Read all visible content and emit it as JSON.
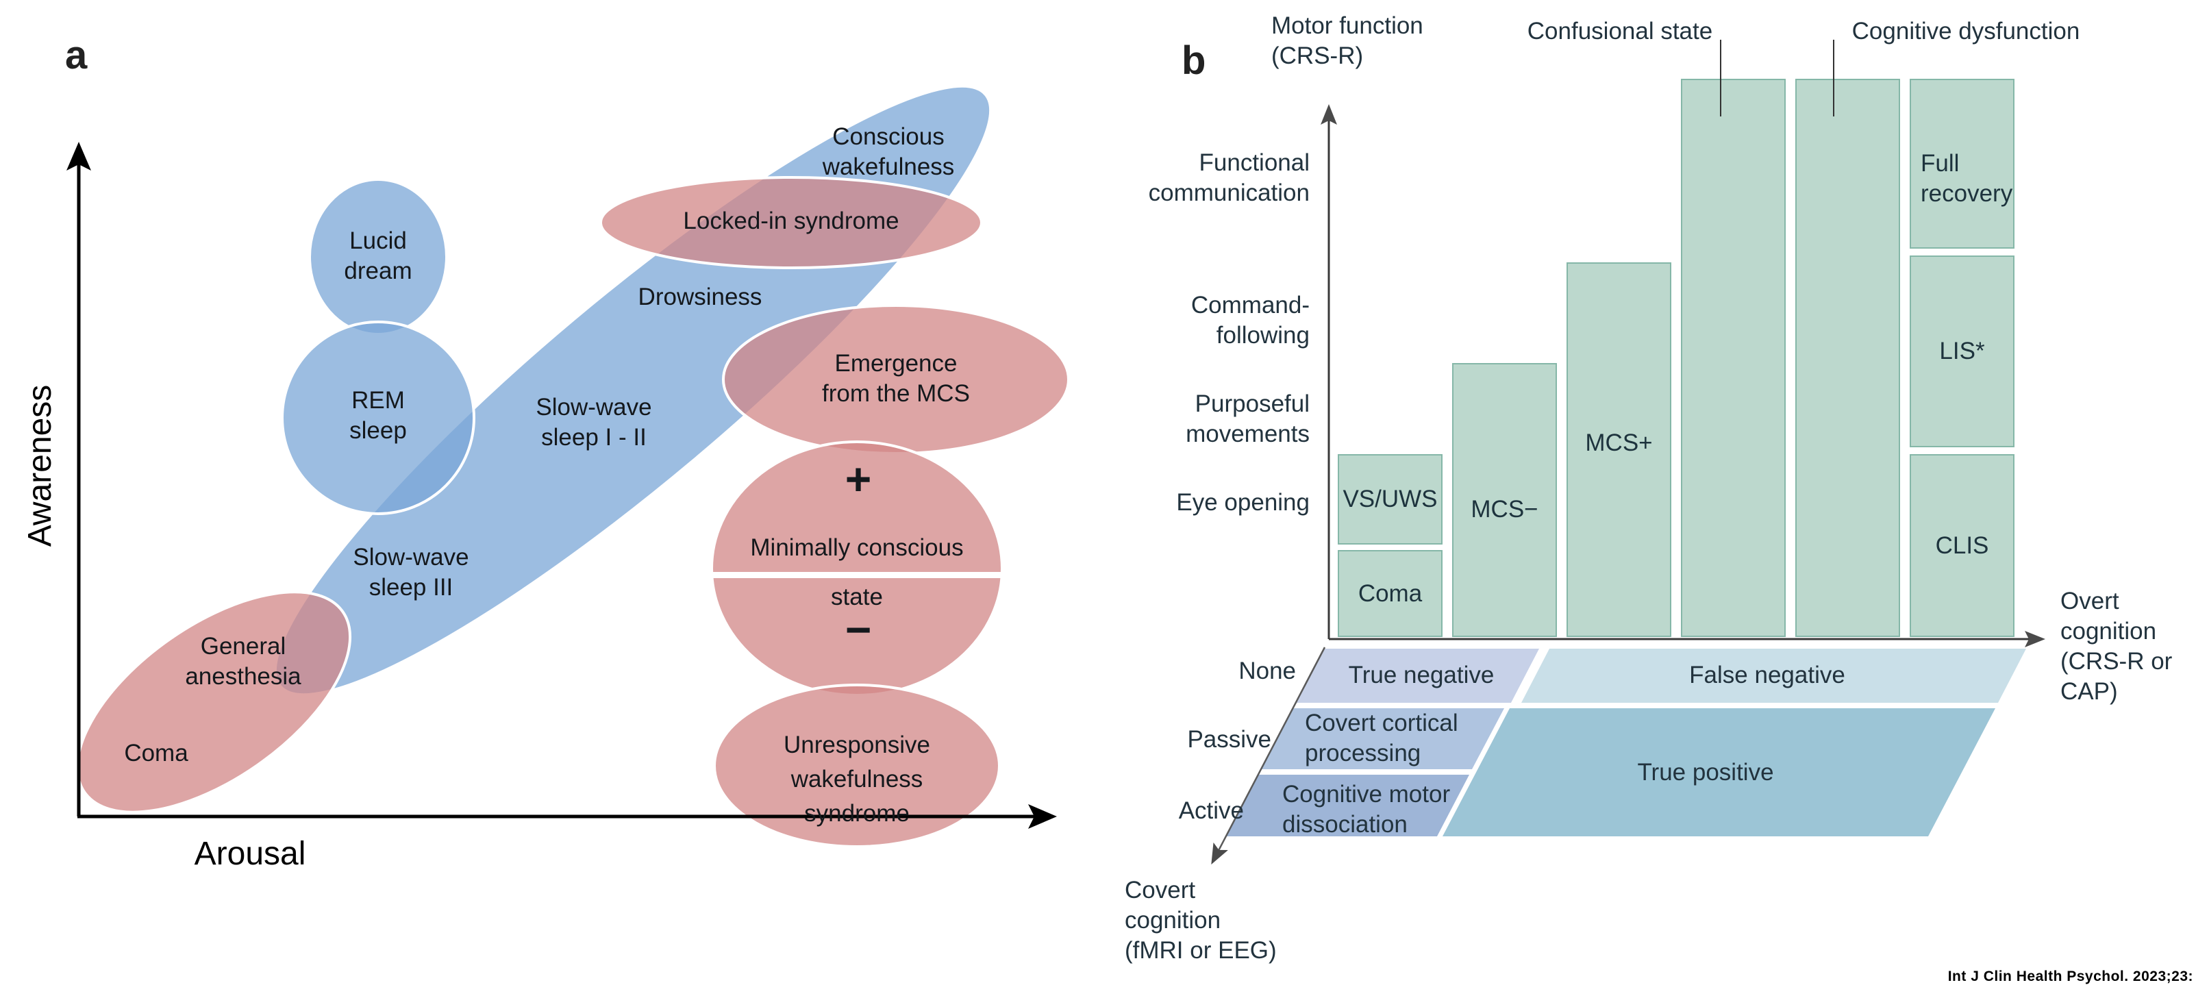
{
  "panel_a": {
    "label": "a",
    "axis_y": "Awareness",
    "axis_x": "Arousal",
    "blue_regions": {
      "conscious_wakefulness": [
        "Conscious",
        "wakefulness"
      ],
      "drowsiness": [
        "Drowsiness"
      ],
      "slow_wave_sleep_1_2": [
        "Slow-wave",
        "sleep I - II"
      ],
      "slow_wave_sleep_3": [
        "Slow-wave",
        "sleep III"
      ],
      "lucid_dream": [
        "Lucid",
        "dream"
      ],
      "rem_sleep": [
        "REM",
        "sleep"
      ]
    },
    "red_regions": {
      "locked_in": [
        "Locked-in syndrome"
      ],
      "emergence_mcs": [
        "Emergence",
        "from the MCS"
      ],
      "mcs_plus_sign": "+",
      "mcs_line1": "Minimally conscious",
      "mcs_line2": "state",
      "mcs_minus_sign": "−",
      "uws": [
        "Unresponsive",
        "wakefulness",
        "syndrome"
      ],
      "general_anesthesia": [
        "General",
        "anesthesia"
      ],
      "coma": [
        "Coma"
      ]
    },
    "colors": {
      "blue": "#7ba7d7",
      "red": "#d28787",
      "fill_opacity": "0.75"
    }
  },
  "panel_b": {
    "label": "b",
    "axis_motor": [
      "Motor function",
      "(CRS-R)"
    ],
    "axis_overt": [
      "Overt",
      "cognition",
      "(CRS-R or",
      "CAP)"
    ],
    "axis_covert": [
      "Covert",
      "cognition",
      "(fMRI or EEG)"
    ],
    "callouts": {
      "confusional": "Confusional state",
      "cognitive": "Cognitive dysfunction"
    },
    "motor_levels": [
      [
        "Functional",
        "communication"
      ],
      [
        "Command-",
        "following"
      ],
      [
        "Purposeful",
        "movements"
      ],
      [
        "Eye opening"
      ]
    ],
    "bars": {
      "vs_uws": "VS/UWS",
      "coma": "Coma",
      "mcs_minus": "MCS−",
      "mcs_plus": "MCS+",
      "full_recovery": [
        "Full",
        "recovery"
      ],
      "lis": "LIS*",
      "clis": "CLIS"
    },
    "covert_levels": [
      "None",
      "Passive",
      "Active"
    ],
    "matrix": {
      "true_negative": "True negative",
      "false_negative": "False negative",
      "covert_cortical": [
        "Covert cortical",
        "processing"
      ],
      "true_positive": "True positive",
      "cognitive_motor": [
        "Cognitive motor",
        "dissociation"
      ]
    },
    "colors": {
      "bar_fill": "#bcd8cd",
      "bar_border": "#85b7a8",
      "true_negative": "#c7d1e8",
      "false_negative": "#c9dfe8",
      "covert_cortical": "#afc4e0",
      "cognitive_motor": "#9eb5d7",
      "true_positive": "#9cc5d6"
    }
  },
  "citation": "Int J Clin Health Psychol. 2023;23:"
}
